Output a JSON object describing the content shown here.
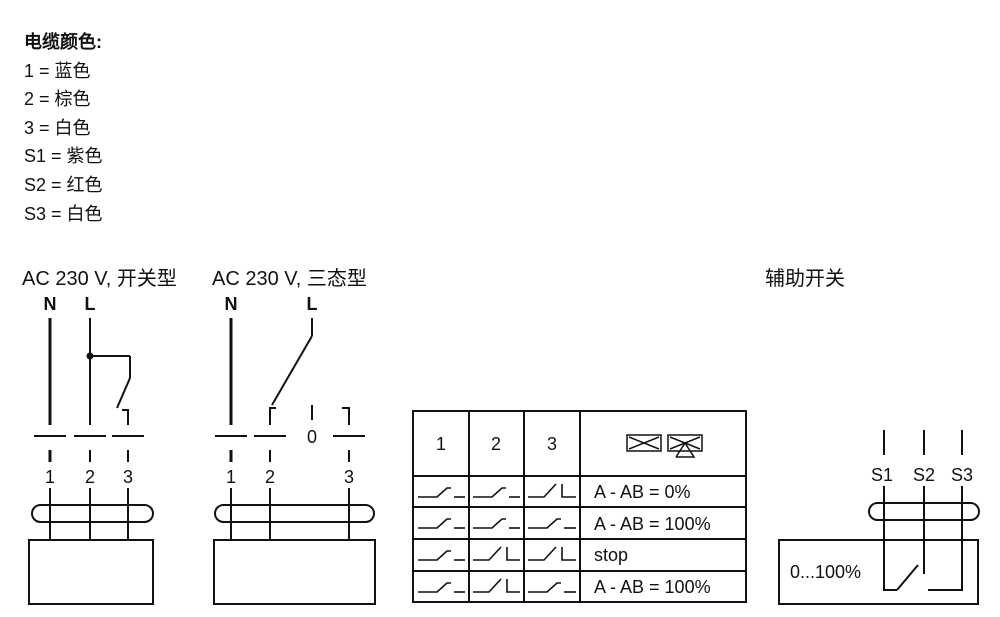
{
  "legend": {
    "title": "电缆颜色:",
    "items": [
      "1 = 蓝色",
      "2 = 棕色",
      "3 = 白色",
      "S1 = 紫色",
      "S2 = 红色",
      "S3 = 白色"
    ]
  },
  "diagrams": {
    "onoff": {
      "title": "AC 230 V, 开关型",
      "n": "N",
      "l": "L",
      "t1": "1",
      "t2": "2",
      "t3": "3"
    },
    "threepoint": {
      "title": "AC 230 V, 三态型",
      "n": "N",
      "l": "L",
      "zero": "0",
      "t1": "1",
      "t2": "2",
      "t3": "3"
    },
    "aux": {
      "title": "辅助开关",
      "s1": "S1",
      "s2": "S2",
      "s3": "S3",
      "range": "0...100%"
    }
  },
  "table": {
    "headers": [
      "1",
      "2",
      "3"
    ],
    "valve_icon": "valve-symbols-icon",
    "rows": [
      "A - AB = 0%",
      "A - AB = 100%",
      "stop",
      "A - AB = 100%"
    ]
  }
}
